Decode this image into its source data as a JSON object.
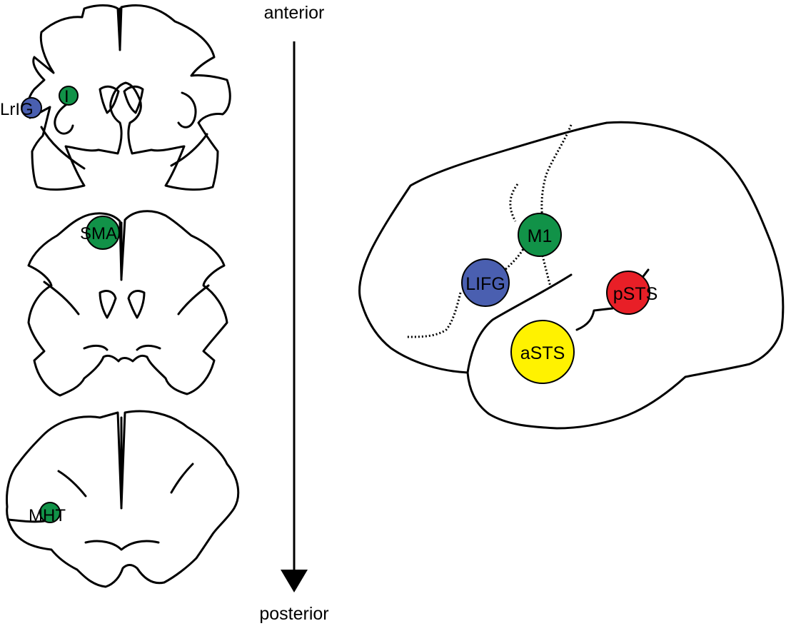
{
  "axis": {
    "top_label": "anterior",
    "bottom_label": "posterior"
  },
  "colors": {
    "blue": "#4a5fb0",
    "green": "#119248",
    "red": "#e81f27",
    "yellow": "#fff200"
  },
  "coronal_regions": {
    "lrig": {
      "label": "LrIG",
      "color": "#4a5fb0"
    },
    "i": {
      "label": "I",
      "color": "#119248"
    },
    "sma": {
      "label": "SMA",
      "color": "#119248"
    },
    "mht": {
      "label": "MHT",
      "color": "#119248"
    }
  },
  "lateral_regions": {
    "m1": {
      "label": "M1",
      "color": "#119248"
    },
    "lifg": {
      "label": "LIFG",
      "color": "#4a5fb0"
    },
    "psts": {
      "label": "pSTS",
      "color": "#e81f27"
    },
    "asts": {
      "label": "aSTS",
      "color": "#fff200"
    }
  }
}
